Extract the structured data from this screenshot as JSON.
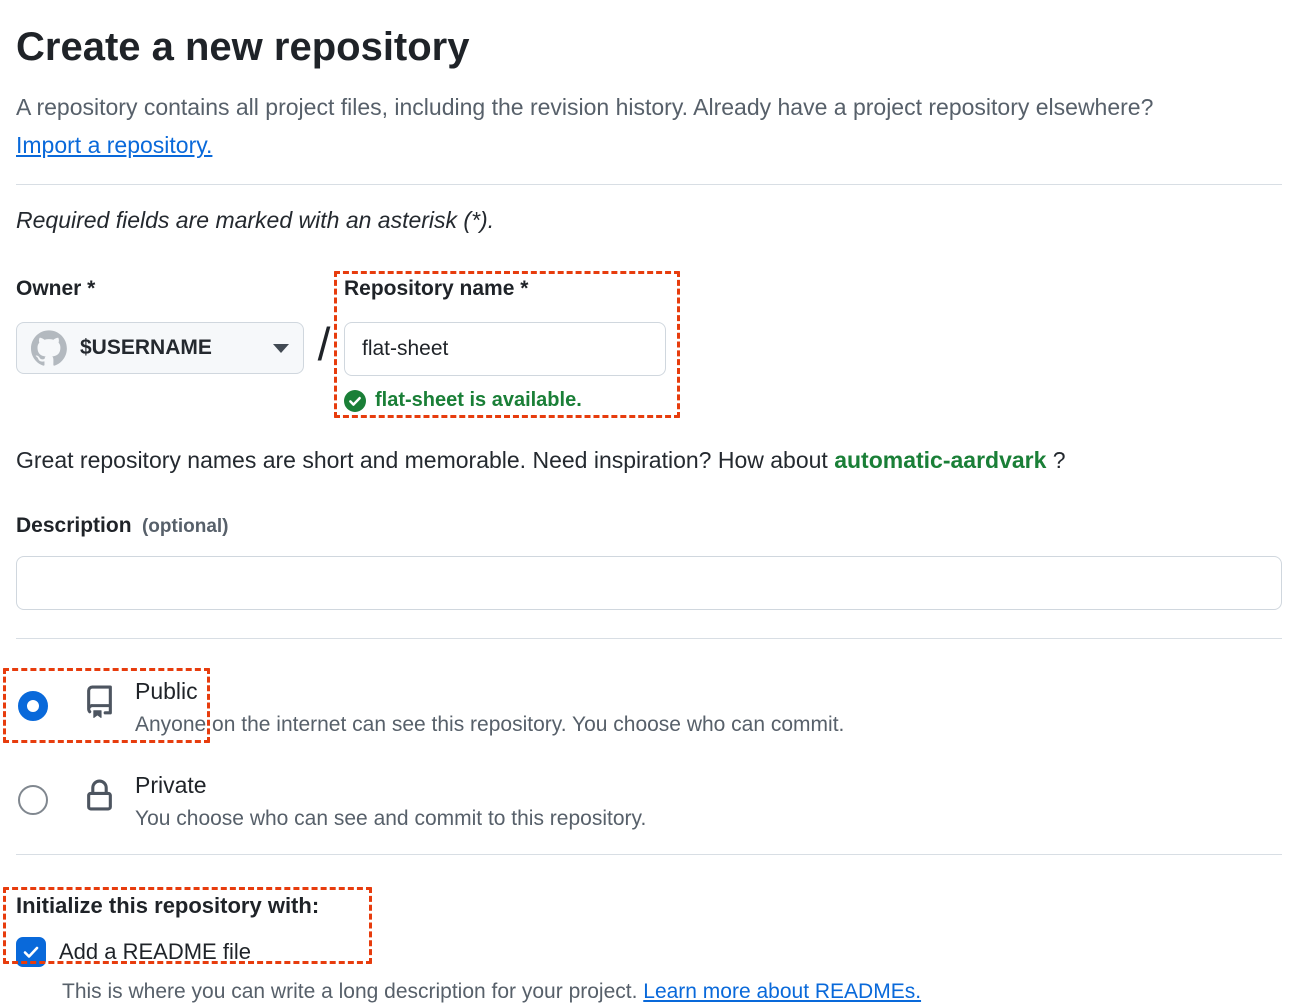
{
  "header": {
    "title": "Create a new repository",
    "intro_before_link": "A repository contains all project files, including the revision history. Already have a project repository elsewhere? ",
    "import_link_label": "Import a repository.",
    "required_note": "Required fields are marked with an asterisk (*)."
  },
  "owner_field": {
    "label": "Owner *",
    "selected_owner": "$USERNAME",
    "avatar_icon": "github-octocat-mark",
    "caret_icon": "chevron-down"
  },
  "separator": "/",
  "repo_name_field": {
    "label": "Repository name *",
    "value": "flat-sheet",
    "availability_message": "flat-sheet is available.",
    "status_icon": "check-circle-fill",
    "status_color": "#1a7f37"
  },
  "inspiration": {
    "text_before": "Great repository names are short and memorable. Need inspiration? How about ",
    "suggestion": "automatic-aardvark",
    "text_after": " ?"
  },
  "description_field": {
    "label": "Description",
    "optional_tag": "(optional)",
    "value": ""
  },
  "visibility": {
    "public": {
      "label": "Public",
      "description": "Anyone on the internet can see this repository. You choose who can commit.",
      "selected": true,
      "icon": "repo-book"
    },
    "private": {
      "label": "Private",
      "description": "You choose who can see and commit to this repository.",
      "selected": false,
      "icon": "lock"
    }
  },
  "initialize_section": {
    "heading": "Initialize this repository with:",
    "readme_checkbox_label": "Add a README file",
    "readme_checked": true,
    "readme_help_text": "This is where you can write a long description for your project. ",
    "readme_help_link": "Learn more about READMEs."
  },
  "annotations": {
    "color": "#e73c0d",
    "regions": [
      "repository-name-field",
      "public-option",
      "initialize-readme"
    ]
  },
  "colors": {
    "accent": "#0969da",
    "success": "#1a7f37",
    "border": "#d0d7de",
    "muted_text": "#57606a"
  }
}
